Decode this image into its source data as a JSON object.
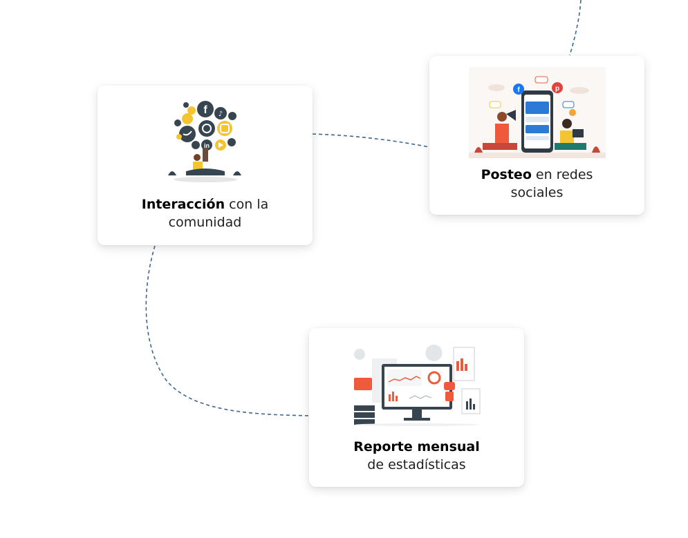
{
  "cards": {
    "posteo": {
      "title_bold": "Posteo",
      "title_rest": " en redes",
      "line2": "sociales"
    },
    "interaccion": {
      "title_bold": "Interacción",
      "title_rest": " con la",
      "line2": "comunidad"
    },
    "reporte": {
      "title_bold": "Reporte mensual",
      "line2": "de estadísticas"
    }
  },
  "colors": {
    "connector": "#3d6690",
    "card_bg": "#ffffff",
    "accent_orange": "#f05a3c",
    "accent_yellow": "#f4c431",
    "dark_slate": "#36454f"
  }
}
